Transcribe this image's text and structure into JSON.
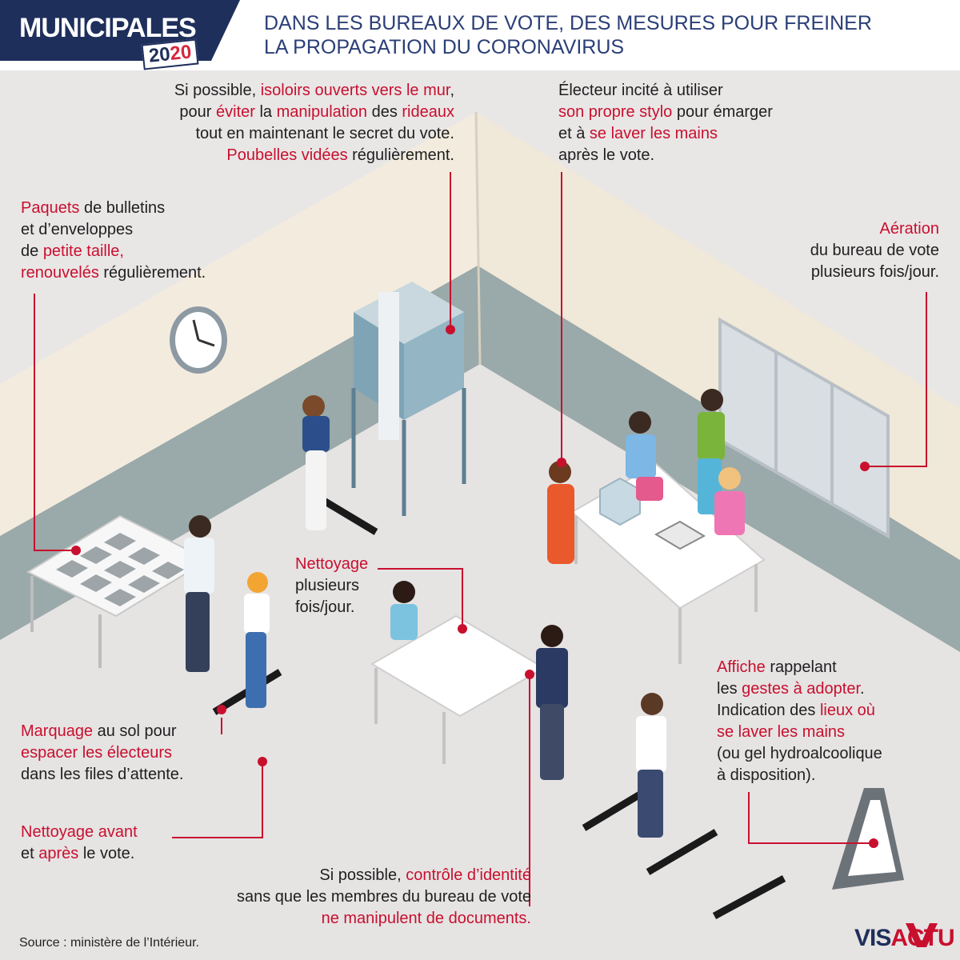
{
  "header": {
    "logo_main": "MUNICIPALES",
    "logo_year_a": "20",
    "logo_year_b": "20",
    "title_line1": "DANS LES BUREAUX DE VOTE, DES MESURES POUR FREINER",
    "title_line2": "LA PROPAGATION DU CORONAVIRUS"
  },
  "colors": {
    "navy": "#1f2f5c",
    "accent": "#c8102e",
    "headline": "#2b3f77"
  },
  "notes": {
    "isoloirs": {
      "l1a": "Si possible, ",
      "l1b": "isoloirs ouverts vers le mur",
      "l1c": ",",
      "l2a": "pour ",
      "l2b": "éviter",
      "l2c": " la ",
      "l2d": "manipulation",
      "l2e": " des ",
      "l2f": "rideaux",
      "l3": "tout en maintenant le secret du vote.",
      "l4a": "Poubelles vidées",
      "l4b": " régulièrement."
    },
    "stylo": {
      "l1": "Électeur incité à utiliser",
      "l2a": "son propre stylo",
      "l2b": " pour émarger",
      "l3a": "et à ",
      "l3b": "se laver les mains",
      "l4": "après le vote."
    },
    "paquets": {
      "l1a": "Paquets",
      "l1b": " de bulletins",
      "l2": "et d’enveloppes",
      "l3a": "de ",
      "l3b": "petite taille,",
      "l4a": "renouvelés",
      "l4b": " régulièrement."
    },
    "aeration": {
      "l1": "Aération",
      "l2": "du bureau de vote",
      "l3": "plusieurs fois/jour."
    },
    "nettoyage_table": {
      "l1": "Nettoyage",
      "l2": "plusieurs",
      "l3": "fois/jour."
    },
    "affiche": {
      "l1a": "Affiche",
      "l1b": " rappelant",
      "l2a": "les ",
      "l2b": "gestes à adopter",
      "l2c": ".",
      "l3a": "Indication des ",
      "l3b": "lieux où",
      "l4": "se laver les mains",
      "l5": "(ou gel hydroalcoolique",
      "l6": "à disposition)."
    },
    "marquage": {
      "l1a": "Marquage",
      "l1b": " au sol pour",
      "l2": "espacer les électeurs",
      "l3": "dans les files d’attente."
    },
    "nettoyage_vote": {
      "l1": "Nettoyage avant",
      "l2a": "et ",
      "l2b": "après",
      "l2c": " le vote."
    },
    "controle": {
      "l1a": "Si possible, ",
      "l1b": "contrôle d’identité",
      "l2": "sans que les membres du bureau de vote",
      "l3": "ne manipulent de documents."
    }
  },
  "footer": {
    "source": "Source : ministère de l’Intérieur.",
    "brand_a": "VIS",
    "brand_b": "ACTU"
  }
}
